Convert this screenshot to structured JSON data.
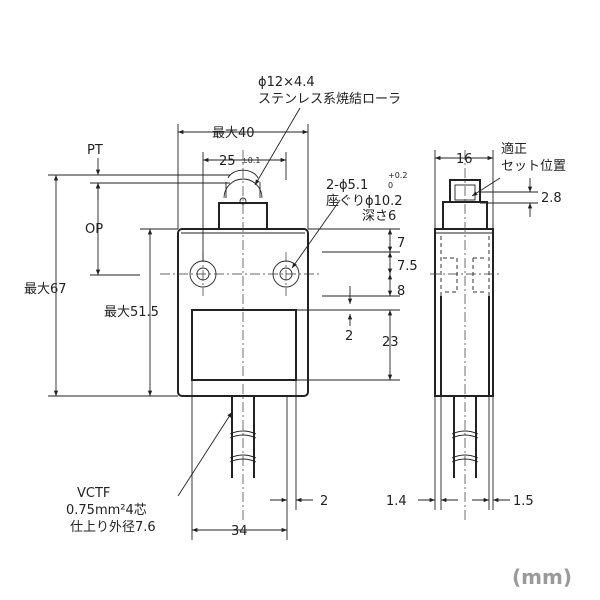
{
  "labels": {
    "roller_dim": "ϕ12×4.4",
    "roller_material": "ステンレス系焼結ローラ",
    "width_max": "最大40",
    "hole_pitch": "25",
    "hole_pitch_tol": "±0.1",
    "pt": "PT",
    "op": "OP",
    "height_max": "最大67",
    "body_height_max": "最大51.5",
    "mount_hole_prefix": "2-ϕ5.1",
    "mount_hole_tol_upper": "+0.2",
    "mount_hole_tol_lower": "0",
    "counterbore": "座ぐりϕ10.2",
    "depth": "深さ6",
    "d7": "7",
    "d7_5": "7.5",
    "d8": "8",
    "d2_window": "2",
    "d23": "23",
    "cable_type": "VCTF",
    "cable_spec": "0.75mm²4芯",
    "cable_od": "仕上り外径7.6",
    "d2_bottom": "2",
    "d34": "34",
    "side_width": "16",
    "proper_setting_1": "適正",
    "proper_setting_2": "セット位置",
    "d2_8": "2.8",
    "d1_4": "1.4",
    "d1_5": "1.5",
    "unit": "(mm)"
  }
}
